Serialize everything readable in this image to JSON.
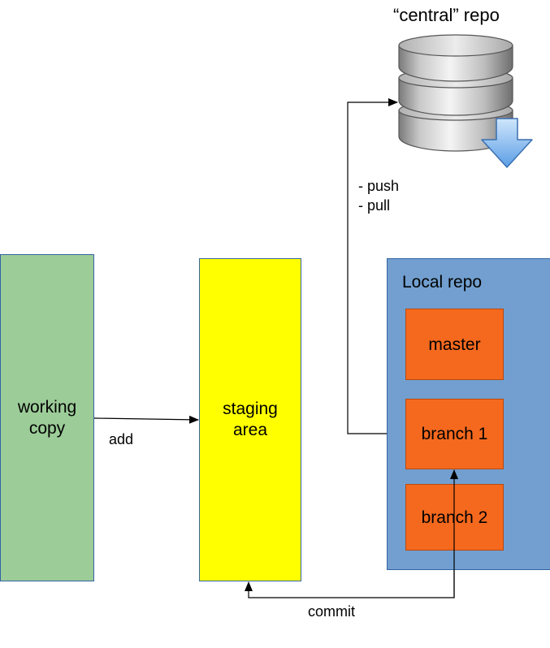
{
  "central_repo": {
    "title": "“central” repo",
    "icon": "database-download-icon"
  },
  "remote_ops": {
    "push": "- push",
    "pull": "- pull"
  },
  "working_copy": {
    "line1": "working",
    "line2": "copy",
    "color": "#9ccc98"
  },
  "staging_area": {
    "line1": "staging",
    "line2": "area",
    "color": "#ffff00"
  },
  "local_repo": {
    "title": "Local repo",
    "color": "#729fcf",
    "branches": [
      {
        "label": "master"
      },
      {
        "label": "branch 1"
      },
      {
        "label": "branch 2"
      }
    ],
    "branch_color": "#f5691e"
  },
  "arrows": {
    "add": "add",
    "commit": "commit"
  }
}
